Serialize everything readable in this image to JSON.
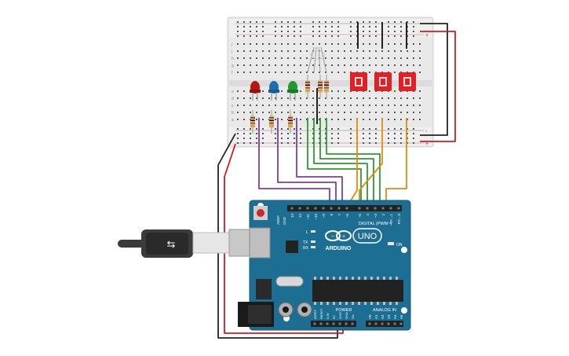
{
  "breadboard": {
    "rail_plus": "+",
    "rail_minus": "-",
    "row_letters_top": [
      "j",
      "i",
      "h",
      "g",
      "f"
    ],
    "row_letters_bottom": [
      "e",
      "d",
      "c",
      "b",
      "a"
    ]
  },
  "arduino": {
    "brand": "ARDUINO",
    "model": "UNO",
    "label_digital": "DIGITAL (PWM~)",
    "label_power": "POWER",
    "label_analog": "ANALOG IN",
    "label_aref": "AREF",
    "label_gnd": "GND",
    "label_on": "ON",
    "label_tx": "TX",
    "label_rx": "RX",
    "label_l": "L",
    "digital_pins": [
      "13",
      "12",
      "~11",
      "~10",
      "~9",
      "8",
      "7",
      "~6",
      "~5",
      "4",
      "~3",
      "2",
      "TX→1",
      "RX←0"
    ],
    "power_pins": [
      "IOREF",
      "RESET",
      "3.3V",
      "5V",
      "GND",
      "GND",
      "Vin"
    ],
    "analog_pins": [
      "A0",
      "A1",
      "A2",
      "A3",
      "A4",
      "A5"
    ]
  },
  "components": {
    "leds": [
      {
        "color": "#b81414",
        "name": "red"
      },
      {
        "color": "#1f6fb0",
        "name": "blue"
      },
      {
        "color": "#1f9a2e",
        "name": "green"
      }
    ],
    "buttons": 3
  },
  "colors": {
    "wire_purple": "#7b3fa0",
    "wire_green": "#2e9a2e",
    "wire_orange": "#e08a10",
    "wire_red": "#d01c1c",
    "wire_black": "#222222",
    "board_blue": "#1d6e93",
    "button_red": "#e01f26"
  }
}
